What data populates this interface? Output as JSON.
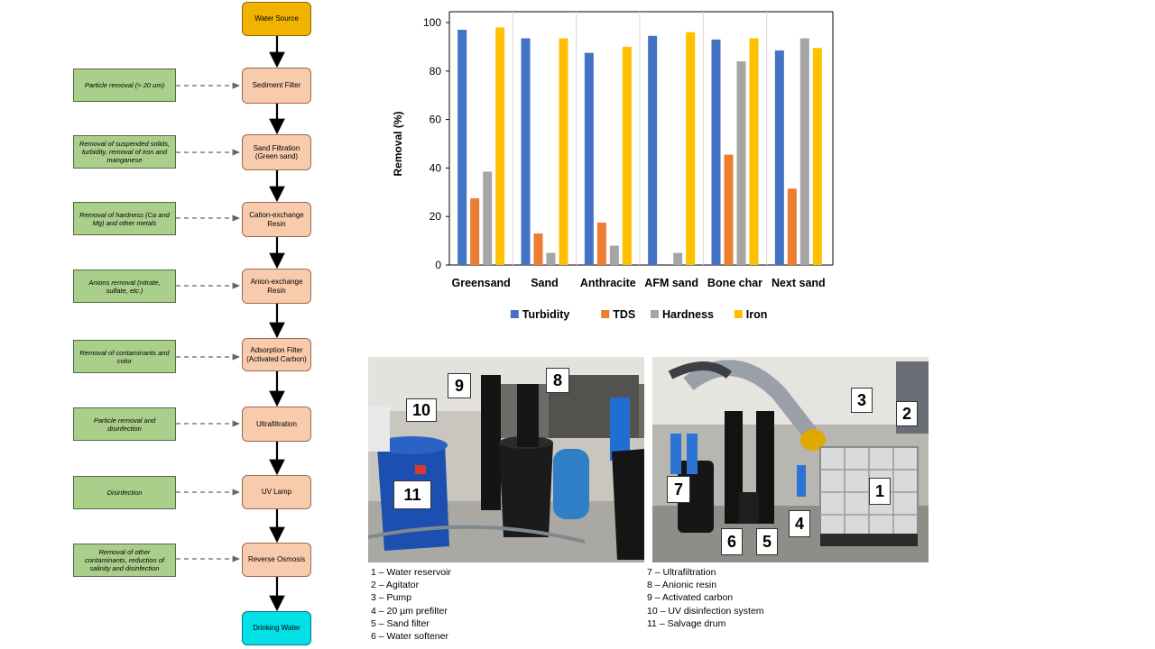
{
  "flow": {
    "source": "Water Source",
    "output": "Drinking Water",
    "steps": [
      {
        "label": "Sediment Filter",
        "note": "Particle removal (> 20 um)"
      },
      {
        "label": "Sand Filtration (Green sand)",
        "note": "Removal of suspended solids, turbidity, removal of iron and manganese"
      },
      {
        "label": "Cation-exchange Resin",
        "note": "Removal of hardness (Ca and Mg) and other metals"
      },
      {
        "label": "Anion-exchange Resin",
        "note": "Anions removal (nitrate, sulfate, etc.)"
      },
      {
        "label": "Adsorption Filter (Activated Carbon)",
        "note": "Removal of contaminants and color"
      },
      {
        "label": "Ultrafiltration",
        "note": "Particle removal and disinfection"
      },
      {
        "label": "UV Lamp",
        "note": "Disinfection"
      },
      {
        "label": "Reverse Osmosis",
        "note": "Removal of other contaminants, reduction of salinity and disinfection"
      }
    ]
  },
  "chart_data": {
    "type": "bar",
    "categories": [
      "Greensand",
      "Sand",
      "Anthracite",
      "AFM sand",
      "Bone char",
      "Next sand"
    ],
    "series": [
      {
        "name": "Turbidity",
        "color": "#4472c4",
        "values": [
          97,
          93.5,
          87.5,
          94.5,
          93,
          88.5
        ]
      },
      {
        "name": "TDS",
        "color": "#ed7d31",
        "values": [
          27.5,
          13,
          17.5,
          0,
          45.5,
          31.5
        ]
      },
      {
        "name": "Hardness",
        "color": "#a5a5a5",
        "values": [
          38.5,
          5,
          8,
          5,
          84,
          93.5
        ]
      },
      {
        "name": "Iron",
        "color": "#ffc000",
        "values": [
          98,
          93.5,
          90,
          96,
          93.5,
          89.5
        ]
      }
    ],
    "title": "",
    "xlabel": "",
    "ylabel": "Removal (%)",
    "ylim": [
      0,
      100
    ],
    "yticks": [
      "0",
      "20",
      "40",
      "60",
      "80",
      "100"
    ],
    "grid": "vertical separators between categories",
    "legend": "bottom"
  },
  "photos": {
    "left_numbers": [
      "9",
      "8",
      "10",
      "11"
    ],
    "right_numbers": [
      "3",
      "2",
      "7",
      "1",
      "6",
      "5",
      "4"
    ],
    "legend_left": [
      "1 – Water reservoir",
      "2 – Agitator",
      "3 – Pump",
      "4 – 20 µm prefilter",
      "5 – Sand filter",
      "6 – Water softener"
    ],
    "legend_right": [
      "7 – Ultrafiltration",
      "8 – Anionic resin",
      "9 – Activated carbon",
      "10 – UV disinfection system",
      "11 – Salvage drum"
    ]
  }
}
